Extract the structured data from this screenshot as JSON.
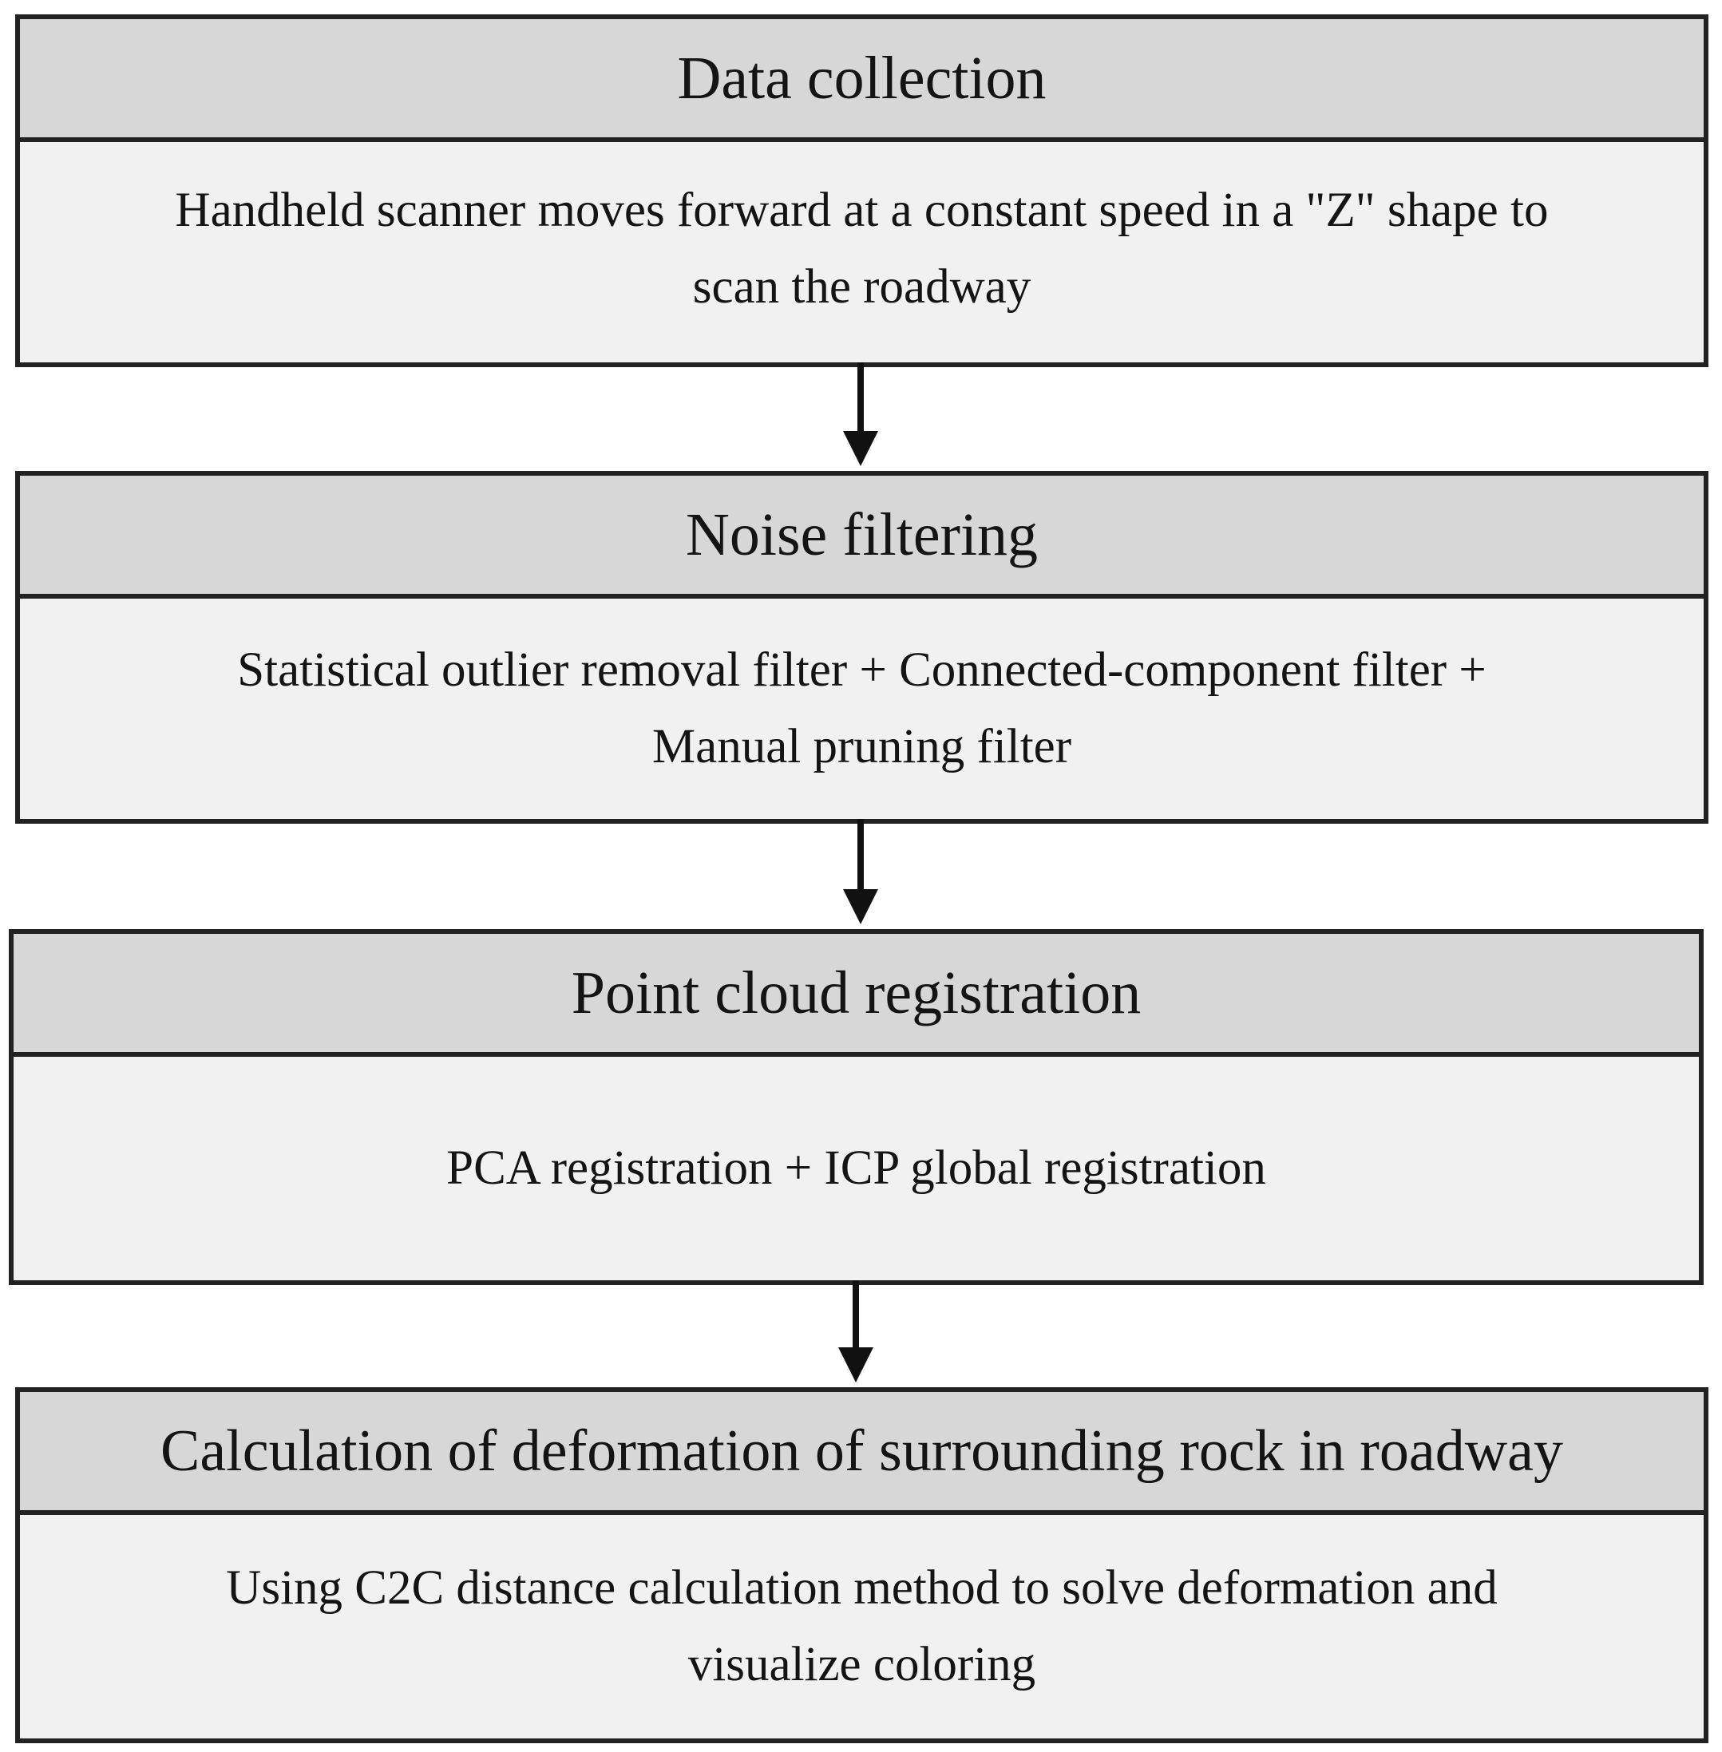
{
  "diagram": {
    "steps": [
      {
        "title": "Data collection",
        "lines": [
          "Handheld scanner moves forward at a constant speed in a \"Z\" shape to",
          "scan the roadway"
        ]
      },
      {
        "title": "Noise filtering",
        "lines": [
          "Statistical outlier removal filter + Connected-component filter +",
          "Manual pruning filter"
        ]
      },
      {
        "title": "Point cloud registration",
        "lines": [
          "PCA registration + ICP global registration"
        ]
      },
      {
        "title": "Calculation of deformation of surrounding rock in roadway",
        "lines": [
          "Using C2C distance calculation method to solve deformation and",
          "visualize coloring"
        ]
      }
    ]
  }
}
